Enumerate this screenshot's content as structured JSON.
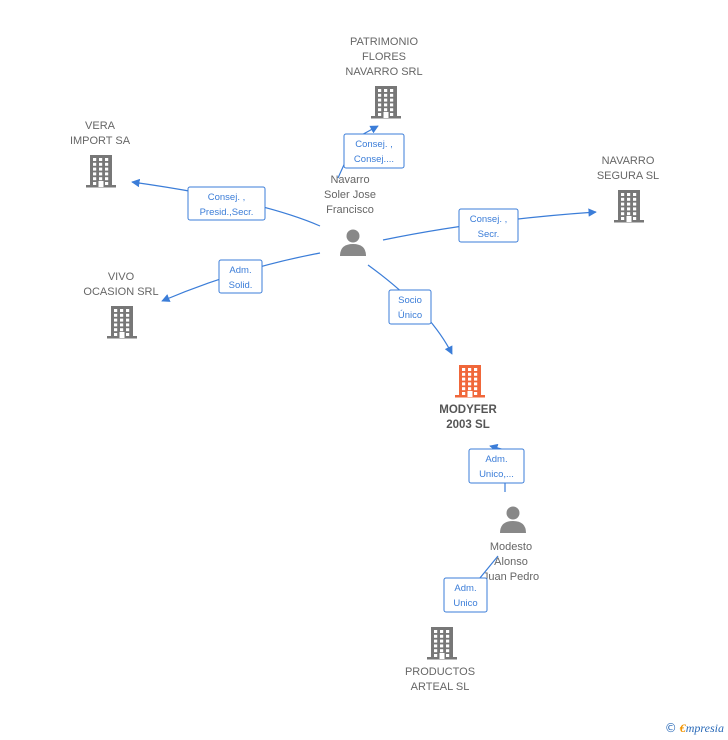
{
  "colors": {
    "accent": "#3b7dd8",
    "building": "#777777",
    "building_main": "#f0673a",
    "person": "#888888"
  },
  "nodes": [
    {
      "id": "patrimonio",
      "type": "company",
      "main": false,
      "lines": [
        "PATRIMONIO",
        "FLORES",
        "NAVARRO SRL"
      ]
    },
    {
      "id": "vera",
      "type": "company",
      "main": false,
      "lines": [
        "VERA",
        "IMPORT SA"
      ]
    },
    {
      "id": "navarro_segura",
      "type": "company",
      "main": false,
      "lines": [
        "NAVARRO",
        "SEGURA SL"
      ]
    },
    {
      "id": "vivo",
      "type": "company",
      "main": false,
      "lines": [
        "VIVO",
        "OCASION SRL"
      ]
    },
    {
      "id": "navarro_person",
      "type": "person",
      "main": false,
      "lines": [
        "Navarro",
        "Soler Jose",
        "Francisco"
      ]
    },
    {
      "id": "modyfer",
      "type": "company",
      "main": true,
      "lines": [
        "MODYFER",
        "2003  SL"
      ]
    },
    {
      "id": "modesto",
      "type": "person",
      "main": false,
      "lines": [
        "Modesto",
        "Alonso",
        "Juan Pedro"
      ]
    },
    {
      "id": "productos",
      "type": "company",
      "main": false,
      "lines": [
        "PRODUCTOS",
        "ARTEAL SL"
      ]
    }
  ],
  "edges": [
    {
      "from": "navarro_person",
      "to": "patrimonio",
      "label": [
        "Consej. ,",
        "Consej...."
      ]
    },
    {
      "from": "navarro_person",
      "to": "vera",
      "label": [
        "Consej. ,",
        "Presid.,Secr."
      ]
    },
    {
      "from": "navarro_person",
      "to": "navarro_segura",
      "label": [
        "Consej. ,",
        "Secr."
      ]
    },
    {
      "from": "navarro_person",
      "to": "vivo",
      "label": [
        "Adm.",
        "Solid."
      ]
    },
    {
      "from": "navarro_person",
      "to": "modyfer",
      "label": [
        "Socio",
        "Único"
      ]
    },
    {
      "from": "modesto",
      "to": "modyfer",
      "label": [
        "Adm.",
        "Unico,..."
      ]
    },
    {
      "from": "modesto",
      "to": "productos",
      "label": [
        "Adm.",
        "Unico"
      ]
    }
  ],
  "footer": {
    "copyright": "©",
    "brand_first": "€",
    "brand_rest": "mpresia"
  }
}
